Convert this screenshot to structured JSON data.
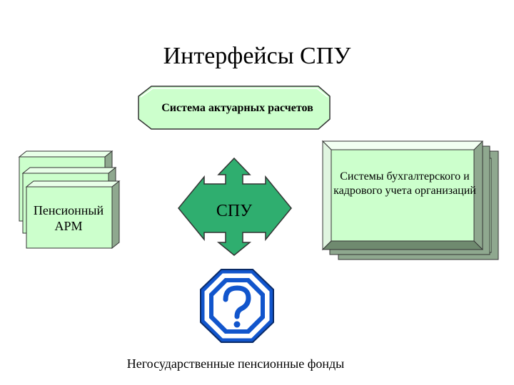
{
  "title": "Интерфейсы СПУ",
  "nodes": {
    "actuarial": "Система актуарных расчетов",
    "center": "СПУ",
    "workstation": "Пенсионный АРМ",
    "accounting": "Системы бухгалтерского и кадрового учета организаций",
    "npf": "Негосударственные пенсионные фонды"
  },
  "icons": {
    "question": "question-mark-icon"
  },
  "colors": {
    "box_fill": "#ccffcc",
    "box_side": "#8fa88f",
    "arrow_fill": "#2fae6f",
    "question_blue": "#1155cc"
  }
}
